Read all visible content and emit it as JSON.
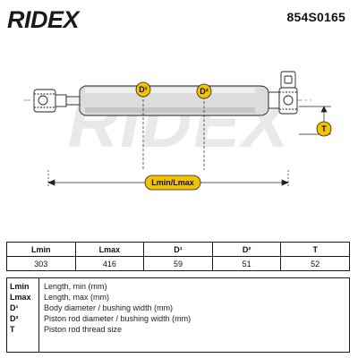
{
  "header": {
    "brand": "RIDEX",
    "part_number": "854S0165"
  },
  "drawing": {
    "watermark": "RIDEX",
    "label_d1": "D¹",
    "label_d2": "D²",
    "label_t": "T",
    "label_length": "Lmin/Lmax",
    "accent_color": "#f2c200"
  },
  "specs": {
    "headers": [
      "Lmin",
      "Lmax",
      "D¹",
      "D²",
      "T"
    ],
    "values": [
      "303",
      "416",
      "59",
      "51",
      "52"
    ]
  },
  "legend": {
    "rows": [
      {
        "code": "Lmin",
        "description": "Length, min (mm)"
      },
      {
        "code": "Lmax",
        "description": "Length, max (mm)"
      },
      {
        "code": "D¹",
        "description": "Body diameter / bushing width (mm)"
      },
      {
        "code": "D²",
        "description": "Piston rod diameter / bushing width (mm)"
      },
      {
        "code": "T",
        "description": "Piston rod thread size"
      }
    ]
  }
}
